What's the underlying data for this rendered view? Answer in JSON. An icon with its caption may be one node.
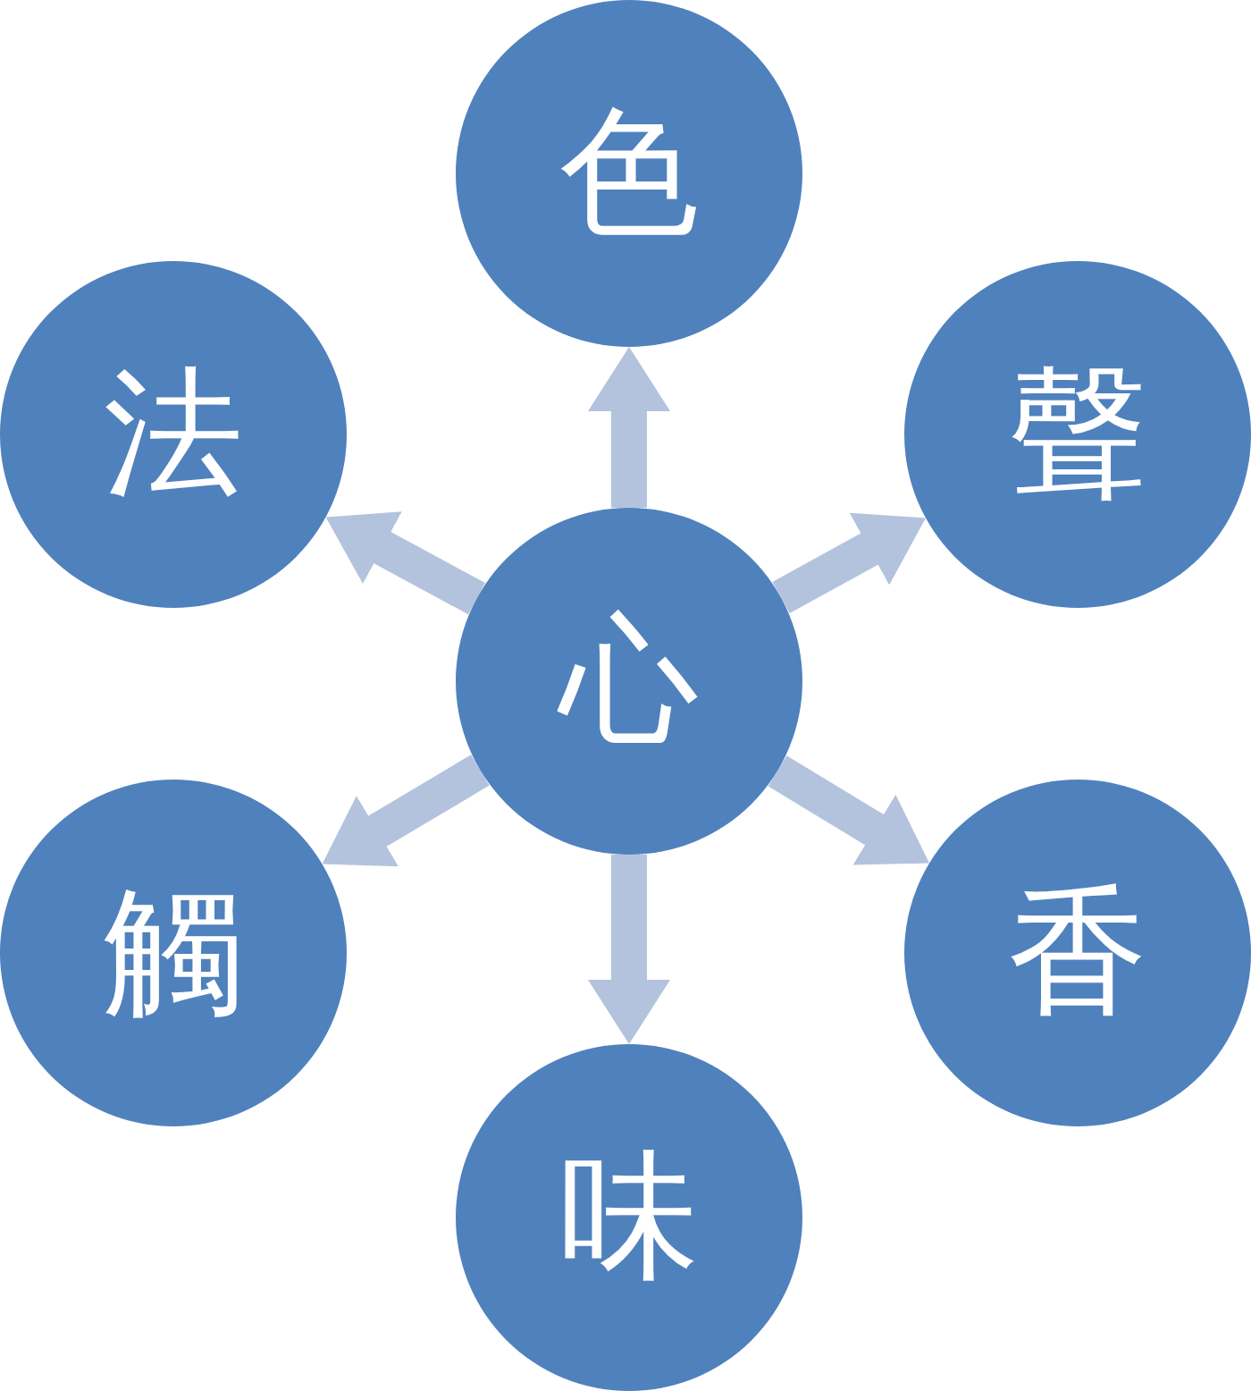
{
  "diagram": {
    "nodes": [
      {
        "text": [
          "心"
        ]
      },
      {
        "text": [
          "色"
        ]
      },
      {
        "text": [
          "聲"
        ]
      },
      {
        "text": [
          "香"
        ]
      },
      {
        "text": [
          "味"
        ]
      },
      {
        "text": [
          "觸"
        ]
      },
      {
        "text": [
          "法"
        ]
      }
    ],
    "edges": [
      {
        "from": 0,
        "to": 1,
        "arrow": "to"
      },
      {
        "from": 0,
        "to": 2,
        "arrow": "to"
      },
      {
        "from": 0,
        "to": 3,
        "arrow": "to"
      },
      {
        "from": 0,
        "to": 4,
        "arrow": "to"
      },
      {
        "from": 0,
        "to": 5,
        "arrow": "to"
      },
      {
        "from": 0,
        "to": 6,
        "arrow": "to"
      }
    ]
  }
}
